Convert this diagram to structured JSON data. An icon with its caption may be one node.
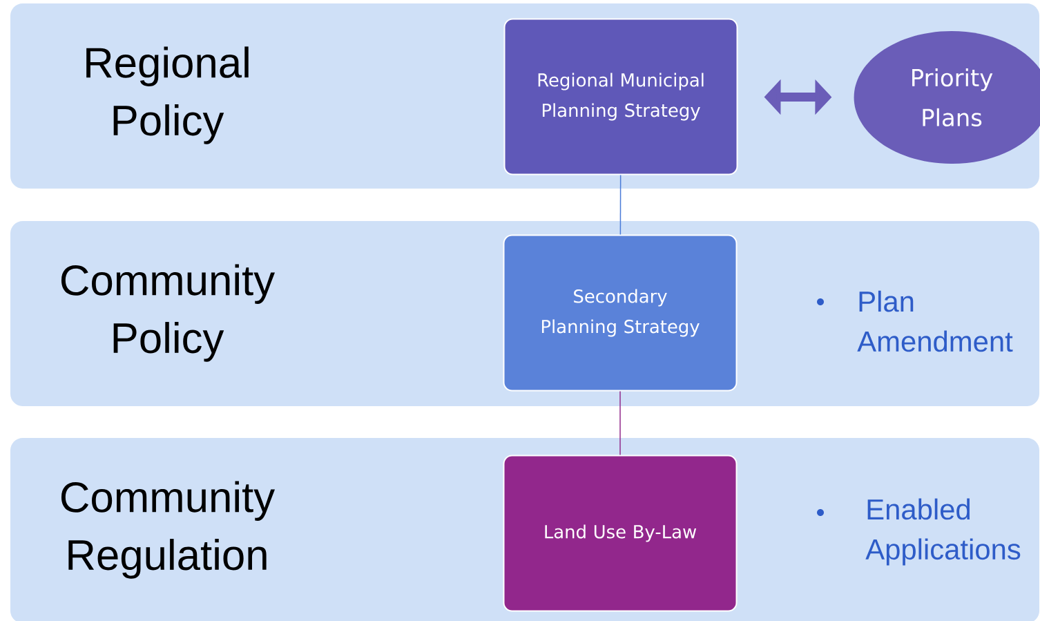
{
  "diagram": {
    "nodes": [
      {
        "text": [
          "Regional Policy"
        ]
      },
      {
        "text": [
          "Regional Municipal Planning Strategy"
        ],
        "in": 0
      },
      {
        "text": [
          "Priority Plans"
        ],
        "in": 0
      },
      {
        "text": [
          "Community Policy"
        ]
      },
      {
        "text": [
          "Secondary Planning Strategy"
        ],
        "in": 3
      },
      {
        "text": [
          "Community Regulation"
        ]
      },
      {
        "text": [
          "Land Use By-Law"
        ],
        "in": 5
      }
    ],
    "edges": [
      {
        "from": 1,
        "to": 2,
        "arrow": "both",
        "style": "thick",
        "color": "#6a5db8"
      },
      {
        "from": 1,
        "to": 4,
        "arrow": "none",
        "color": "#4a7bd8"
      },
      {
        "from": 4,
        "to": 6,
        "arrow": "none",
        "color": "#922b8c"
      }
    ],
    "labels": [
      "Plan Amendment",
      "Enabled Applications"
    ]
  }
}
